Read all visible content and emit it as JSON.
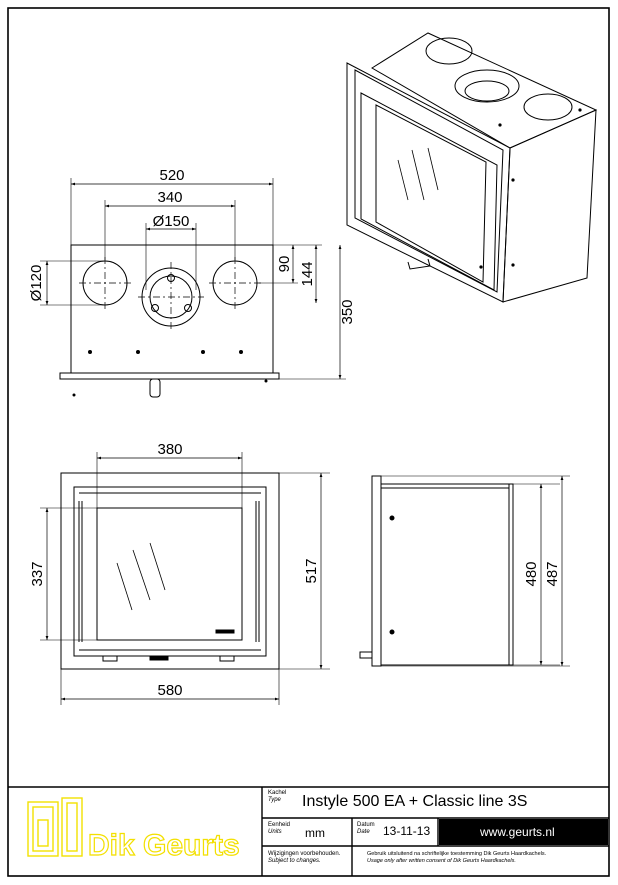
{
  "dimensions": {
    "top_width": "520",
    "top_hole_spacing": "340",
    "top_center_hole": "Ø150",
    "top_side_hole": "Ø120",
    "top_hole_offset_1": "90",
    "top_hole_offset_2": "144",
    "top_depth": "350",
    "front_glass_width": "380",
    "front_glass_height": "337",
    "front_height": "517",
    "front_width": "580",
    "side_inner_height": "480",
    "side_outer_height": "487"
  },
  "title_block": {
    "logo_text": "Dik Geurts",
    "type_label": "Kachel",
    "type_label_en": "Type",
    "model": "Instyle 500 EA + Classic line 3S",
    "units_label": "Eenheid",
    "units_label_en": "Units",
    "units_value": "mm",
    "date_label": "Datum",
    "date_label_en": "Date",
    "date_value": "13-11-13",
    "website": "www.geurts.nl",
    "changes_note": "Wijzigingen voorbehouden.",
    "changes_note_en": "Subject to changes.",
    "usage_note": "Gebruik uitsluitend na schriftelijke toestemming Dik Geurts Haardkachels.",
    "usage_note_en": "Usage only after written consent of Dik Geurts Haardkachels."
  },
  "colors": {
    "line": "#000000",
    "background": "#ffffff",
    "logo": "#f3e000",
    "url_bar": "#000000",
    "url_text": "#ffffff"
  }
}
